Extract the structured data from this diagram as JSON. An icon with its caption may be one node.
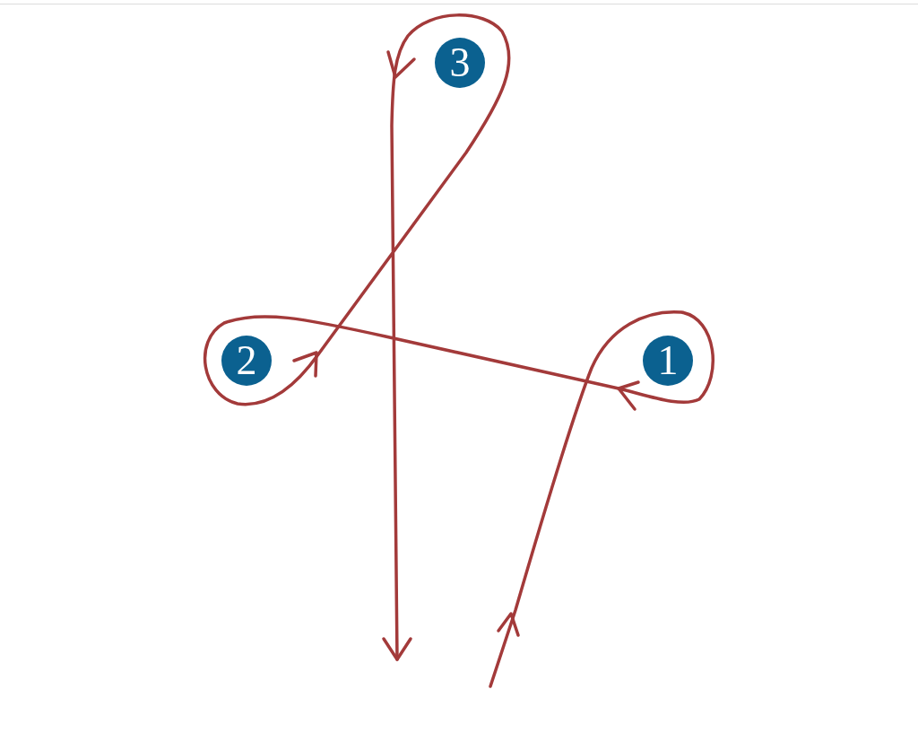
{
  "diagram": {
    "labels": [
      "3",
      "2",
      "1"
    ]
  }
}
